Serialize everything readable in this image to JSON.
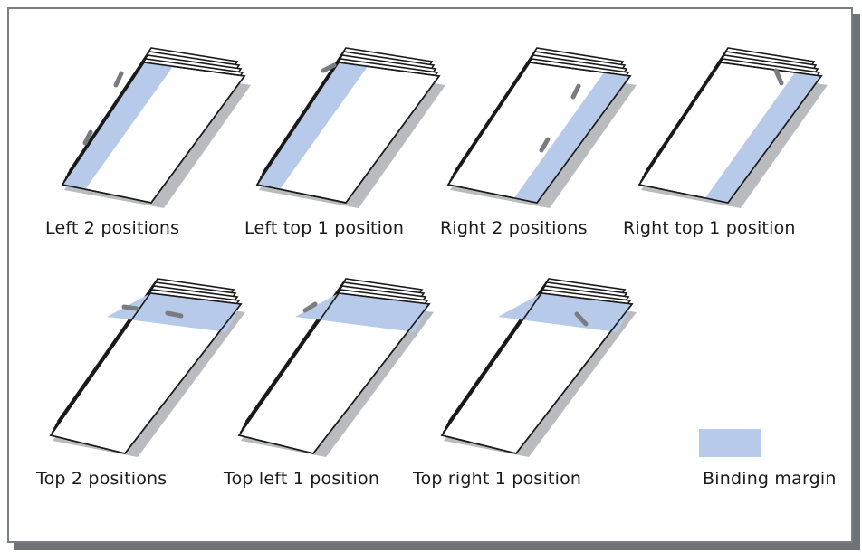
{
  "colors": {
    "binding_margin": "#b7caea",
    "staple": "#7a7c80",
    "outline": "#1a1a1a",
    "shadow": "#b9bbbe",
    "frame_border": "#7a7e82"
  },
  "captions": {
    "left_2_positions": "Left 2 positions",
    "left_top_1_position": "Left top 1 position",
    "right_2_positions": "Right 2 positions",
    "right_top_1_position": "Right top 1 position",
    "top_2_positions": "Top 2 positions",
    "top_left_1_position": "Top left 1 position",
    "top_right_1_position": "Top right 1 position"
  },
  "legend": {
    "label": "Binding margin"
  }
}
